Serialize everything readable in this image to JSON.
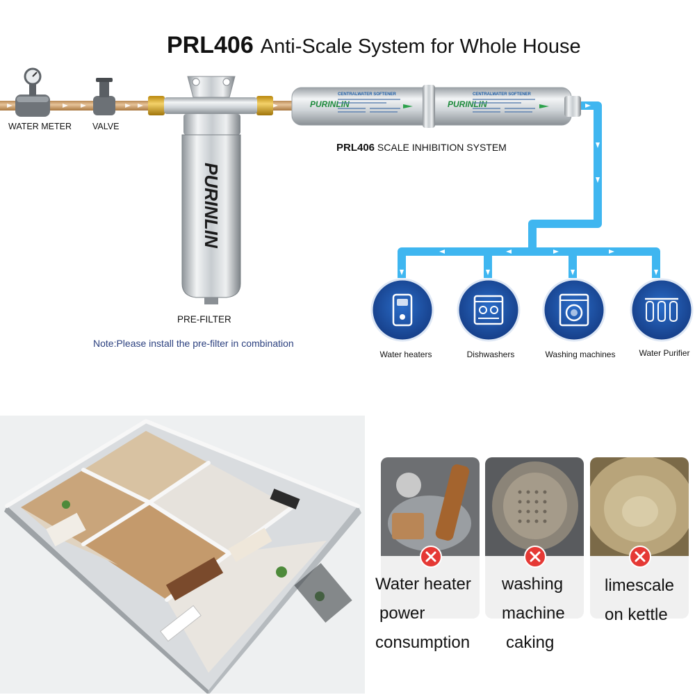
{
  "title": {
    "model": "PRL406",
    "text": "Anti-Scale System for Whole House"
  },
  "diagram": {
    "water_meter_label": "WATER METER",
    "valve_label": "VALVE",
    "prefilter_label": "PRE-FILTER",
    "prefilter_brand": "PURINLIN",
    "softener_brand": "PURINLIN",
    "softener_header": "CENTRALWATER SOFTENER",
    "system_model": "PRL406",
    "system_label": "SCALE INHIBITION SYSTEM",
    "note": "Note:Please install the pre-filter in combination",
    "pipe_color": "#3fb6f0",
    "icon_bg": "#1b4da0"
  },
  "appliances": [
    {
      "label": "Water heaters",
      "icon": "water-heater-icon"
    },
    {
      "label": "Dishwashers",
      "icon": "dishwasher-icon"
    },
    {
      "label": "Washing machines",
      "icon": "washing-machine-icon"
    },
    {
      "label": "Water Purifier",
      "icon": "water-purifier-icon"
    }
  ],
  "problems": [
    {
      "lines": [
        "Water heater",
        "power",
        "consumption"
      ],
      "icon": "red-x-icon"
    },
    {
      "lines": [
        "washing",
        "machine",
        "caking"
      ],
      "icon": "red-x-icon"
    },
    {
      "lines": [
        "limescale",
        "on kettle"
      ],
      "icon": "red-x-icon"
    }
  ]
}
